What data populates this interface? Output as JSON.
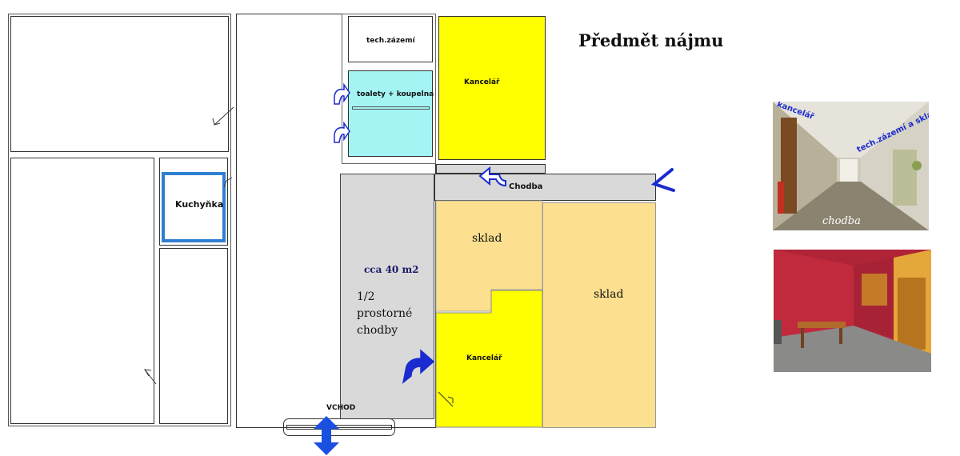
{
  "title": "Předmět nájmu",
  "colors": {
    "office": "#ffff00",
    "storage": "#fde08f",
    "restroom": "#a4f4f4",
    "corridor": "#d9d9d9",
    "kitchen_border": "#2f7fd0",
    "arrow": "#1a2bd0"
  },
  "rooms": {
    "tech": "tech.zázemí",
    "toilets": "toalety + koupelna",
    "office_top": "Kancelář",
    "office_bottom": "Kancelář",
    "corridor": "Chodba",
    "kitchen": "Kuchyňka",
    "storage_1": "sklad",
    "storage_2": "sklad",
    "area": "cca 40 m2",
    "hall_line1": "1/2",
    "hall_line2": "prostorné",
    "hall_line3": "chodby",
    "entrance": "VCHOD"
  },
  "photos": {
    "corridor_caption": "chodba",
    "corridor_sign_left": "kancelář",
    "corridor_sign_right": "tech.zázemí a sklady"
  },
  "icons": [
    "curved-arrow-icon",
    "double-arrow-icon",
    "chevron-arrow-icon"
  ]
}
